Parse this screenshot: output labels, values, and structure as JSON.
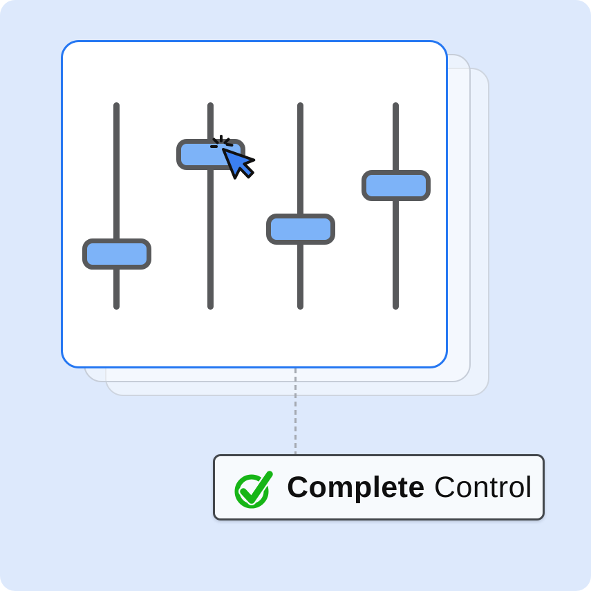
{
  "illustration": {
    "badge": {
      "bold_text": "Complete",
      "regular_text": "Control",
      "icon": "check-circle-icon"
    },
    "sliders": {
      "count": 4,
      "values_percent": [
        27,
        75,
        39,
        60
      ],
      "active_slider_index": 1
    },
    "cursor": {
      "icon": "cursor-click-icon",
      "state": "clicking"
    },
    "colors": {
      "background": "#dde9fc",
      "card_background": "#ffffff",
      "card_border_blue": "#2577f2",
      "slider_gray": "#58595b",
      "handle_fill_blue": "#7db3f8",
      "cursor_blue": "#3b80f2",
      "check_green": "#17b517",
      "badge_background": "#f7fafd",
      "badge_border": "#43474c",
      "connector_gray": "#a5aab2"
    }
  }
}
